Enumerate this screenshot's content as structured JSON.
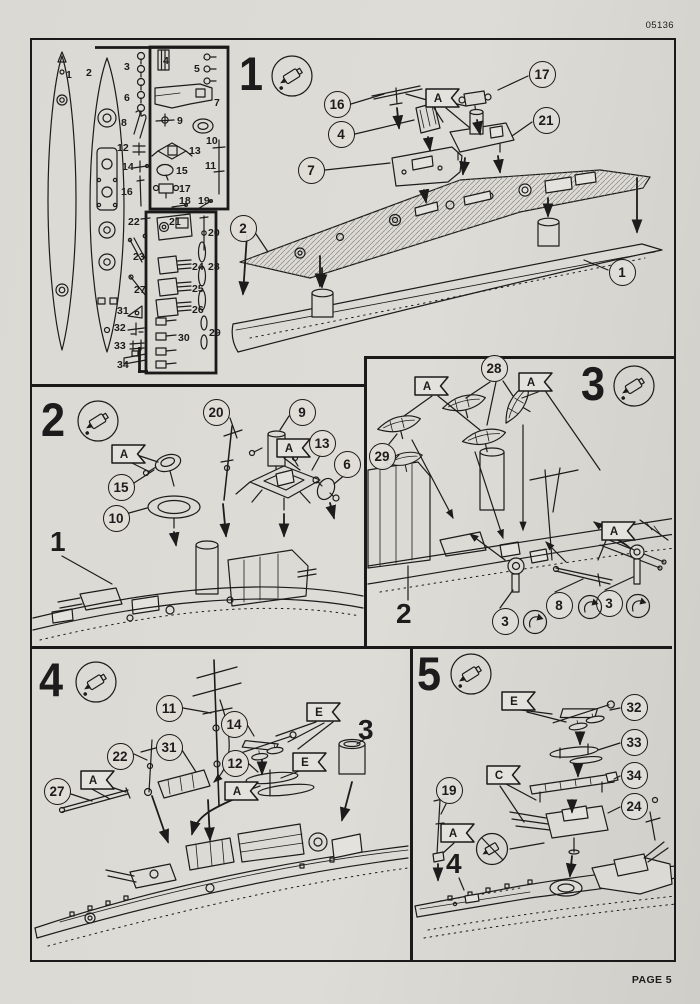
{
  "page": {
    "sheet_number": "05136",
    "page_label": "PAGE 5"
  },
  "colors": {
    "paper": "#dbd9d3",
    "ink": "#1c1c1c"
  },
  "icons": {
    "glue": "glue-tube-icon",
    "rotate": "curved-arrow-icon",
    "no_glue": "no-glue-icon"
  },
  "parts_panel": {
    "hulls": {
      "h1": "1",
      "h2": "2"
    },
    "parts": {
      "p3": "3",
      "p4": "4",
      "p5": "5",
      "p6": "6",
      "p7": "7",
      "p8": "8",
      "p9": "9",
      "p10": "10",
      "p11": "11",
      "p12": "12",
      "p13": "13",
      "p14": "14",
      "p15": "15",
      "p16": "16",
      "p17": "17",
      "p18": "18",
      "p19": "19",
      "p20": "20",
      "p21": "21",
      "p22": "22",
      "p23": "23",
      "p24": "24",
      "p25": "25",
      "p26": "26",
      "p27": "27",
      "p28": "28",
      "p29": "29",
      "p30": "30",
      "p31": "31",
      "p32": "32",
      "p33": "33",
      "p34": "34"
    }
  },
  "steps": {
    "s1": {
      "number": "1",
      "flags": {
        "a": "A"
      },
      "callouts": {
        "c16": "16",
        "c4": "4",
        "c7": "7",
        "c17": "17",
        "c21": "21",
        "c2": "2",
        "c1": "1"
      }
    },
    "s2": {
      "number": "2",
      "ship_label": "1",
      "flags": {
        "a1": "A",
        "a2": "A"
      },
      "callouts": {
        "c20": "20",
        "c9": "9",
        "c13": "13",
        "c6": "6",
        "c15": "15",
        "c10": "10"
      }
    },
    "s3": {
      "number": "3",
      "ship_label": "2",
      "flags": {
        "a1": "A",
        "a2": "A",
        "a3": "A"
      },
      "callouts": {
        "c28": "28",
        "c29": "29",
        "c3a": "3",
        "c8": "8",
        "c3b": "3"
      }
    },
    "s4": {
      "number": "4",
      "funnel_label": "3",
      "flags": {
        "e1": "E",
        "e2": "E",
        "a1": "A",
        "a2": "A"
      },
      "callouts": {
        "c11": "11",
        "c14": "14",
        "c22": "22",
        "c31": "31",
        "c12": "12",
        "c27": "27"
      }
    },
    "s5": {
      "number": "5",
      "ship_label": "4",
      "flags": {
        "e": "E",
        "c": "C",
        "a": "A"
      },
      "callouts": {
        "c32": "32",
        "c33": "33",
        "c34": "34",
        "c24": "24",
        "c19": "19"
      }
    }
  }
}
